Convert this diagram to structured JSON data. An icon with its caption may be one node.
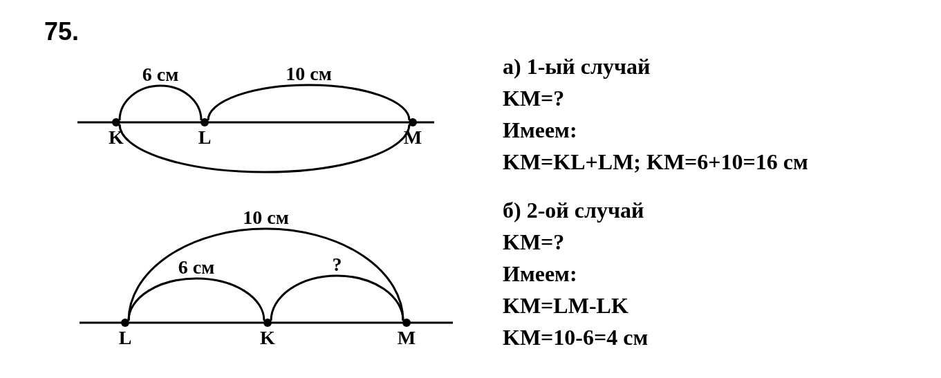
{
  "diagram": {
    "title": "75.",
    "nodes": [
      {
        "text": [
          "K"
        ]
      },
      {
        "text": [
          "L"
        ]
      },
      {
        "text": [
          "M"
        ]
      },
      {
        "text": [
          "L"
        ]
      },
      {
        "text": [
          "K"
        ]
      },
      {
        "text": [
          "M"
        ]
      }
    ],
    "edges": [
      {
        "from": 0,
        "to": 1,
        "arrow": "none",
        "label": "6 см"
      },
      {
        "from": 1,
        "to": 2,
        "arrow": "none",
        "label": "10 см"
      },
      {
        "from": 0,
        "to": 2,
        "arrow": "none"
      },
      {
        "from": 3,
        "to": 5,
        "arrow": "none",
        "label": "10 см"
      },
      {
        "from": 3,
        "to": 4,
        "arrow": "none",
        "label": "6 см"
      },
      {
        "from": 4,
        "to": 5,
        "arrow": "none",
        "label": "?"
      }
    ],
    "labels": [
      "а) 1-ый случай",
      "KM=?",
      "Имеем:",
      "KM=KL+LM; KM=6+10=16 см",
      "б) 2-ой случай",
      "KM=?",
      "Имеем:",
      "KM=LM-LK",
      "KM=10-6=4 см"
    ]
  }
}
